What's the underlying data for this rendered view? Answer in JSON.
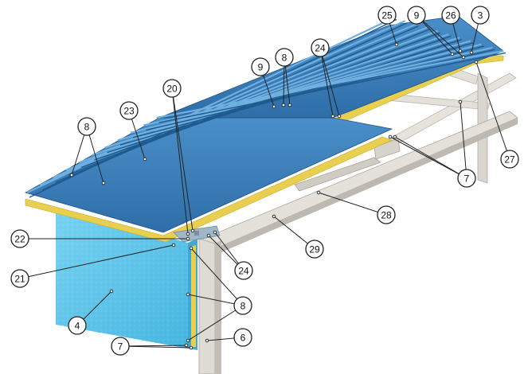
{
  "colors": {
    "roof_blue": "#3a7fb8",
    "roof_rib_light": "#6fb0e0",
    "roof_rib_dark": "#1f5a8f",
    "insulation_yellow": "#e8cf4f",
    "wall_cyan": "#5cc6ea",
    "steel_frame": "#d9d6cf",
    "callout_stroke": "#222222"
  },
  "callouts": [
    {
      "id": "c25",
      "label": "25"
    },
    {
      "id": "c9a",
      "label": "9"
    },
    {
      "id": "c26",
      "label": "26"
    },
    {
      "id": "c3",
      "label": "3"
    },
    {
      "id": "c24a",
      "label": "24"
    },
    {
      "id": "c9b",
      "label": "9"
    },
    {
      "id": "c8a",
      "label": "8"
    },
    {
      "id": "c20",
      "label": "20"
    },
    {
      "id": "c23",
      "label": "23"
    },
    {
      "id": "c8b",
      "label": "8"
    },
    {
      "id": "c27",
      "label": "27"
    },
    {
      "id": "c7a",
      "label": "7"
    },
    {
      "id": "c28",
      "label": "28"
    },
    {
      "id": "c29",
      "label": "29"
    },
    {
      "id": "c22",
      "label": "22"
    },
    {
      "id": "c21",
      "label": "21"
    },
    {
      "id": "c24b",
      "label": "24"
    },
    {
      "id": "c8c",
      "label": "8"
    },
    {
      "id": "c4",
      "label": "4"
    },
    {
      "id": "c6",
      "label": "6"
    },
    {
      "id": "c7b",
      "label": "7"
    }
  ]
}
